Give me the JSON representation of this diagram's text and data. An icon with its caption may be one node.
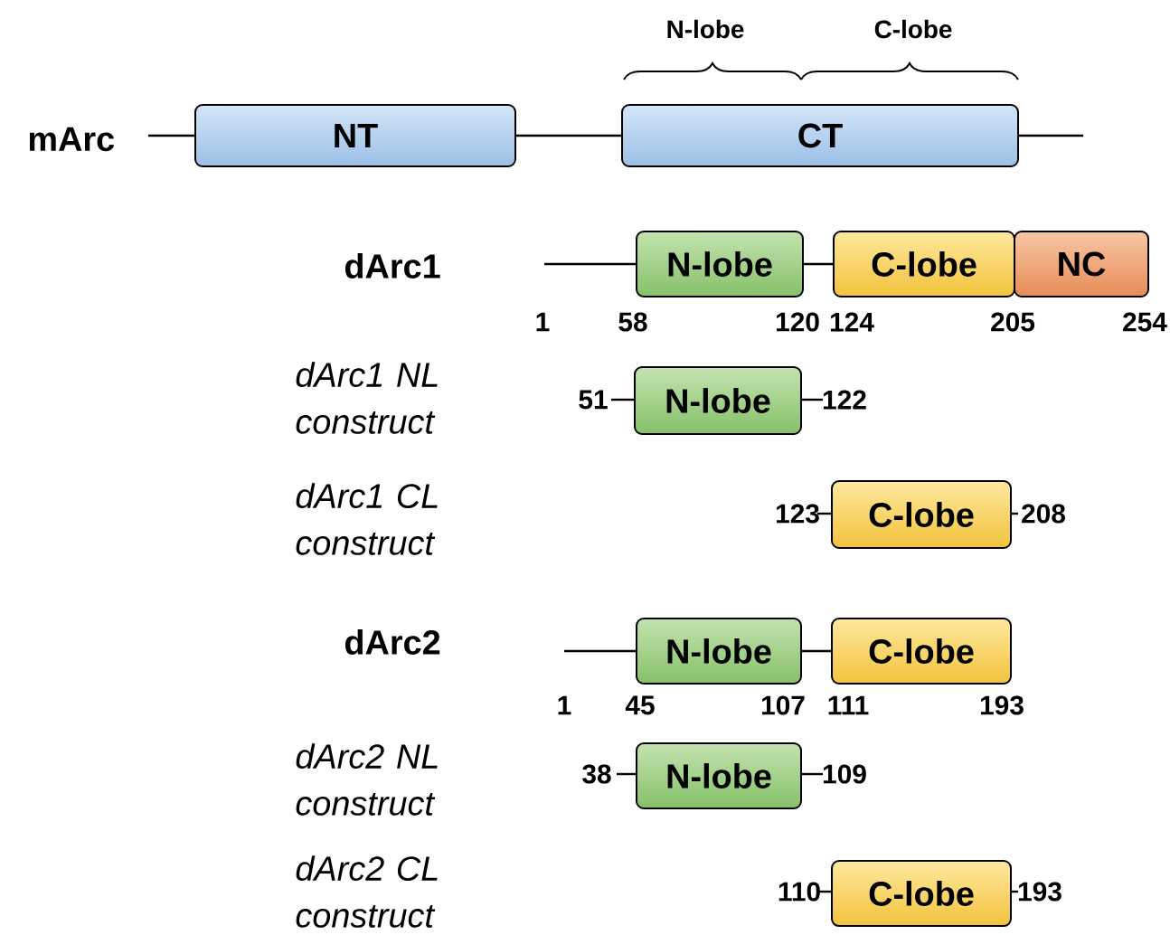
{
  "diagram": {
    "nodes": [
      {
        "text": [
          "NT"
        ]
      },
      {
        "text": [
          "CT"
        ]
      },
      {
        "text": [
          "N-lobe"
        ]
      },
      {
        "text": [
          "C-lobe"
        ]
      },
      {
        "text": [
          "NC"
        ]
      },
      {
        "text": [
          "N-lobe"
        ],
        "beside": [
          "51",
          "122"
        ]
      },
      {
        "text": [
          "C-lobe"
        ],
        "beside": [
          "123",
          "208"
        ]
      },
      {
        "text": [
          "N-lobe"
        ]
      },
      {
        "text": [
          "C-lobe"
        ]
      },
      {
        "text": [
          "N-lobe"
        ],
        "beside": [
          "38",
          "109"
        ]
      },
      {
        "text": [
          "C-lobe"
        ],
        "beside": [
          "110",
          "193"
        ]
      }
    ],
    "edges": [
      {
        "from": null,
        "to": 0,
        "arrow": "none"
      },
      {
        "from": 0,
        "to": 1,
        "arrow": "none"
      },
      {
        "from": 1,
        "to": null,
        "arrow": "none"
      },
      {
        "from": null,
        "to": 2,
        "arrow": "none"
      },
      {
        "from": 2,
        "to": 3,
        "arrow": "none"
      },
      {
        "from": null,
        "to": 7,
        "arrow": "none"
      },
      {
        "from": 7,
        "to": 8,
        "arrow": "none"
      }
    ],
    "labels": [
      "N-lobe",
      "C-lobe",
      "mArc",
      "dArc1",
      "1",
      "58",
      "120",
      "124",
      "205",
      "254",
      "dArc1 NL construct",
      "dArc1 CL construct",
      "dArc2",
      "1",
      "45",
      "107",
      "111",
      "193",
      "dArc2 NL construct",
      "dArc2 CL construct"
    ]
  }
}
